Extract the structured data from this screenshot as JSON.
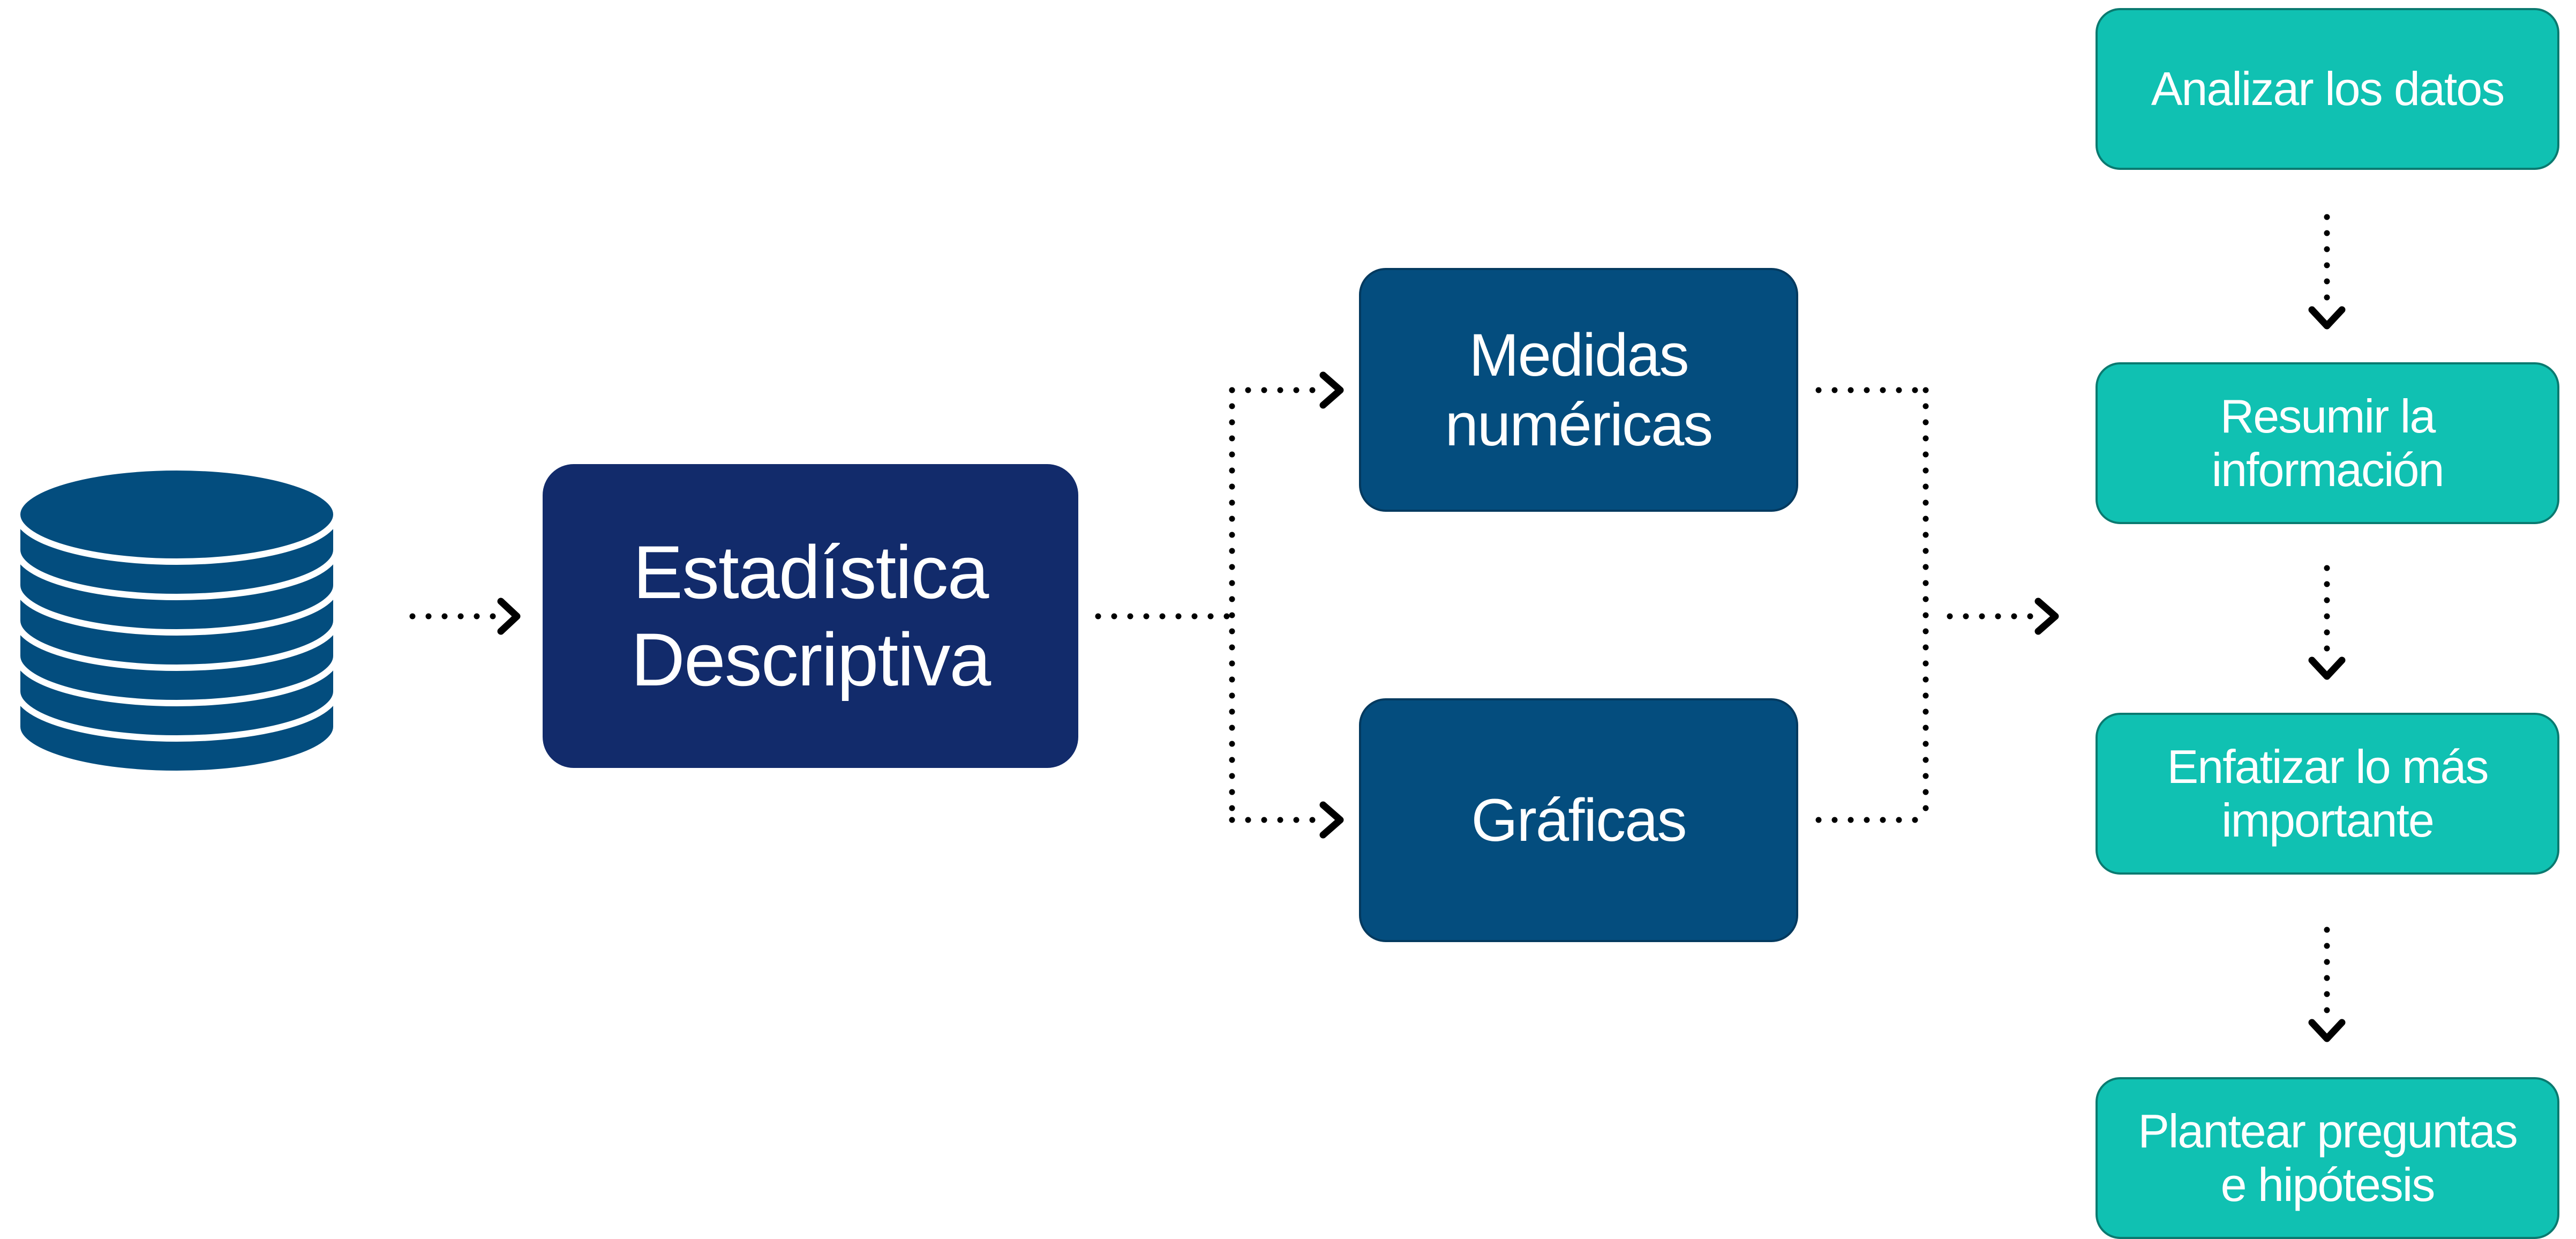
{
  "diagram": {
    "source_icon": "database-icon",
    "central_node": "Estadística\nDescriptiva",
    "branches": [
      "Medidas\nnuméricas",
      "Gráficas"
    ],
    "steps": [
      "Analizar los datos",
      "Resumir la\ninformación",
      "Enfatizar lo más\nimportante",
      "Plantear preguntas\ne hipótesis"
    ],
    "colors": {
      "database": "#034d7e",
      "central": "#122b6b",
      "branch": "#044d7e",
      "step": "#10c1b2",
      "connector": "#000000"
    }
  }
}
